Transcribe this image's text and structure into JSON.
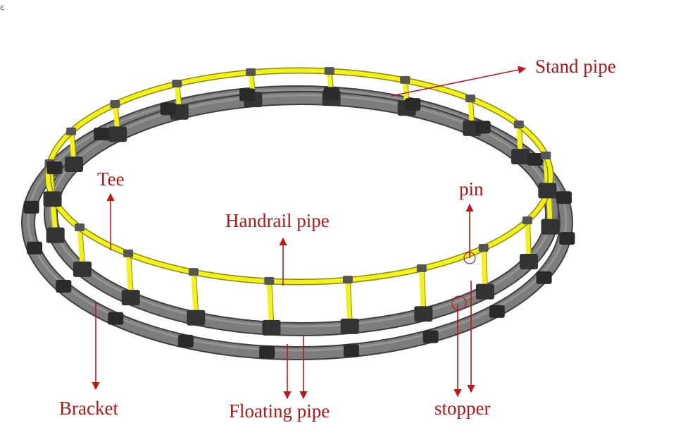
{
  "labels": {
    "stand_pipe": "Stand pipe",
    "tee": "Tee",
    "pin": "pin",
    "handrail_pipe": "Handrail pipe",
    "bracket": "Bracket",
    "floating_pipe": "Floating pipe",
    "stopper": "stopper",
    "corner_mark": "ε"
  },
  "colors": {
    "handrail": "#f2f21a",
    "handrail_edge": "#8a8a10",
    "float_pipe": "#7d7d7d",
    "float_edge": "#3f3f3f",
    "fitting": "#333333",
    "annotation": "#c01818"
  },
  "icons": {
    "arrow": "arrow-icon"
  }
}
